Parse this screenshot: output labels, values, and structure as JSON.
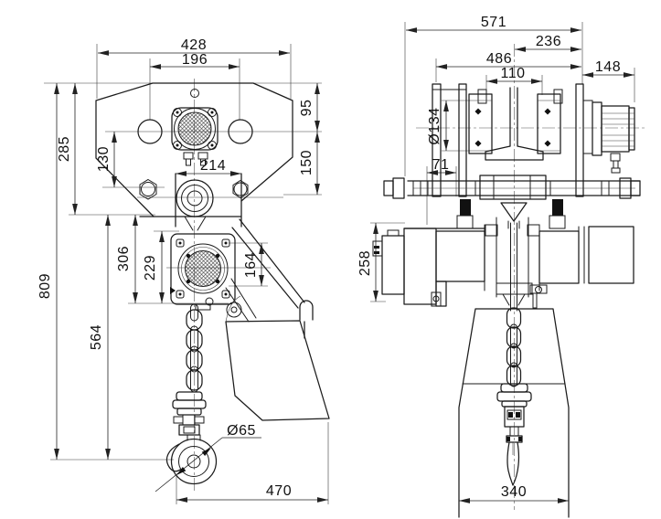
{
  "drawing": {
    "kind": "engineering dimension drawing, electric chain hoist with push trolley, two orthographic views",
    "front": {
      "name": "front-view",
      "dims": {
        "overall_width": "428",
        "mount_span": "196",
        "plate_height": "285",
        "wheel_to_pin": "130",
        "top_to_wheel": "95",
        "wheel_to_suspension": "150",
        "suspension_span": "214",
        "suspension_to_exit": "306",
        "body_to_exit": "229",
        "flange_height": "164",
        "overall_height": "809",
        "suspension_to_hook": "564",
        "hook_diameter": "Ø65",
        "width_with_container": "470"
      }
    },
    "side": {
      "name": "side-view",
      "dims": {
        "overall_width": "571",
        "center_to_plate": "236",
        "plate_span": "486",
        "flange_width": "110",
        "motor_length": "148",
        "wheel_diameter": "Ø134",
        "plate_offset": "71",
        "body_height": "258",
        "container_width": "340"
      }
    }
  }
}
